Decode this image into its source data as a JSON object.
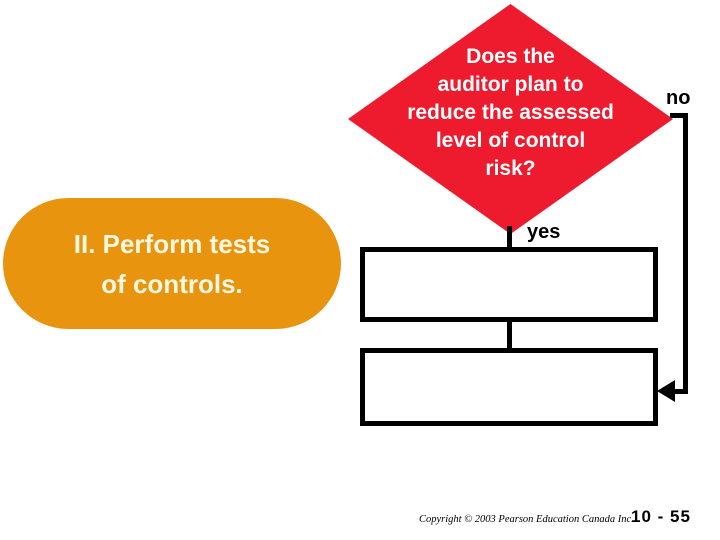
{
  "flowchart": {
    "diamond": {
      "text": "Does the\nauditor plan to\nreduce the assessed\nlevel of control\nrisk?",
      "fill_color": "#ED1B2D",
      "text_color": "#FFFFFF"
    },
    "no_label": "no",
    "yes_label": "yes",
    "pill": {
      "text": "II. Perform tests\nof controls.",
      "fill_color": "#E8940F",
      "text_color": "#FFF7E0"
    },
    "box1_text": "",
    "box2_text": "",
    "line_color": "#000000"
  },
  "footer": {
    "copyright": "Copyright © 2003 Pearson Education Canada Inc.",
    "page_number": "10 - 55"
  }
}
